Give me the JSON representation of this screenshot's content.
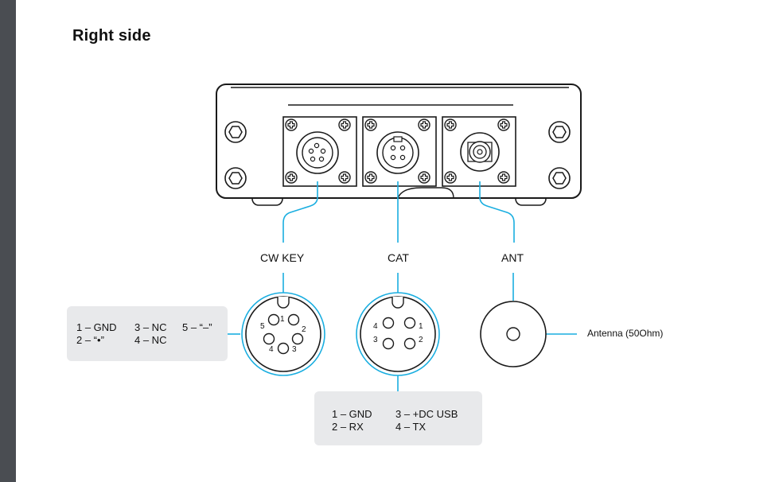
{
  "page": {
    "title": "Right side"
  },
  "connectors": {
    "cw_key": {
      "label": "CW KEY",
      "pins": [
        "1",
        "2",
        "3",
        "4",
        "5"
      ],
      "pinout": {
        "p1": "1 – GND",
        "p2": "2 – “•”",
        "p3": "3 – NC",
        "p4": "4 – NC",
        "p5": "5 – “–”"
      }
    },
    "cat": {
      "label": "CAT",
      "pins": [
        "1",
        "2",
        "3",
        "4"
      ],
      "pinout": {
        "p1": "1 – GND",
        "p2": "2 – RX",
        "p3": "3 – +DC USB",
        "p4": "4 – TX"
      }
    },
    "ant": {
      "label": "ANT",
      "description": "Antenna (50Ohm)"
    }
  },
  "colors": {
    "accent": "#1aaee0",
    "sidebar": "#4a4d52",
    "box_fill": "#e8e9eb",
    "line": "#1a1a1a"
  }
}
